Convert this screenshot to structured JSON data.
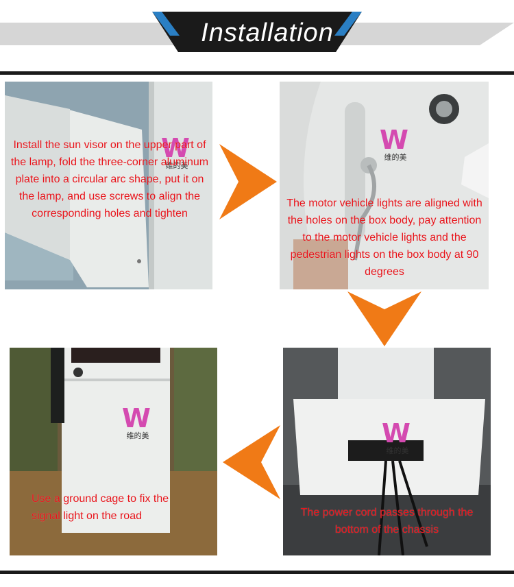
{
  "header": {
    "title": "Installation"
  },
  "watermark": {
    "text": "维的美"
  },
  "steps": [
    {
      "caption": "Install the sun visor on the upper part of the lamp, fold the three-corner aluminum plate into a circular arc shape, put it on the lamp, and use screws to align the corresponding holes and tighten"
    },
    {
      "caption": "The motor vehicle lights are aligned with the holes on the box body, pay attention to the motor vehicle lights and the pedestrian lights on the box body at 90 degrees"
    },
    {
      "caption": "The power cord passes through the bottom of the chassis"
    },
    {
      "caption": "Use a ground cage to fix the signal light on the road"
    }
  ],
  "colors": {
    "arrow": "#f07a16",
    "caption": "#e8141b",
    "header": "#111111"
  }
}
